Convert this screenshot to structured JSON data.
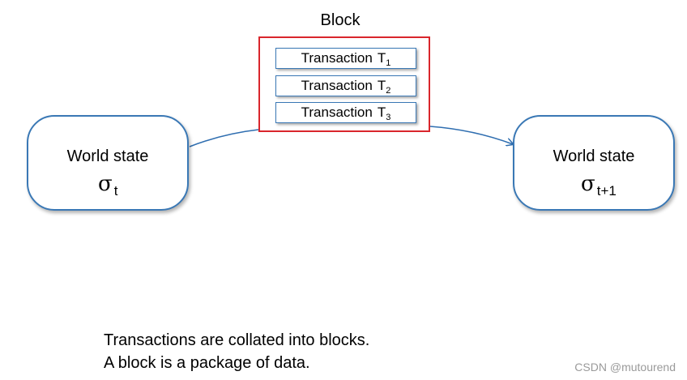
{
  "block": {
    "title": "Block",
    "transactions": [
      {
        "label": "Transaction",
        "symbol": "T",
        "subscript": "1"
      },
      {
        "label": "Transaction",
        "symbol": "T",
        "subscript": "2"
      },
      {
        "label": "Transaction",
        "symbol": "T",
        "subscript": "3"
      }
    ]
  },
  "states": {
    "current": {
      "label": "World state",
      "symbol": "σ",
      "subscript": "t"
    },
    "next": {
      "label": "World state",
      "symbol": "σ",
      "subscript": "t+1"
    }
  },
  "caption": {
    "line1": "Transactions are collated into blocks.",
    "line2": "A block is a package of data."
  },
  "watermark": "CSDN @mutourend",
  "colors": {
    "block_border": "#d9262c",
    "node_border": "#3a78b5",
    "arrow": "#2f6eb0"
  }
}
